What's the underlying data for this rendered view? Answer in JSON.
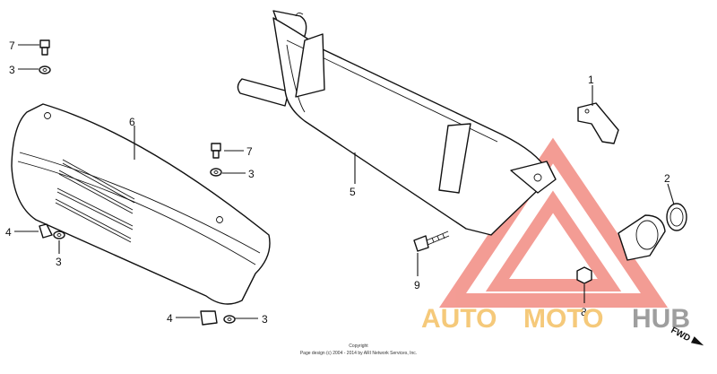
{
  "callouts": {
    "c7a": "7",
    "c3a": "3",
    "c6": "6",
    "c7b": "7",
    "c3b": "3",
    "c4a": "4",
    "c3c": "3",
    "c4b": "4",
    "c3d": "3",
    "c5": "5",
    "c1": "1",
    "c2": "2",
    "c9": "9",
    "c8": "8"
  },
  "watermark": {
    "text_auto": "AUTO",
    "text_moto": "MOTO",
    "text_hub": "HUB",
    "color_auto": "#f5c97a",
    "color_moto": "#f5c97a",
    "color_hub": "#9e9e9e",
    "triangle_color": "#f28b82"
  },
  "copyright": {
    "line1": "Copyright",
    "line2": "Page design (c) 2004 - 2014 by ARI Network Services, Inc."
  },
  "fwd_label": "FWD"
}
